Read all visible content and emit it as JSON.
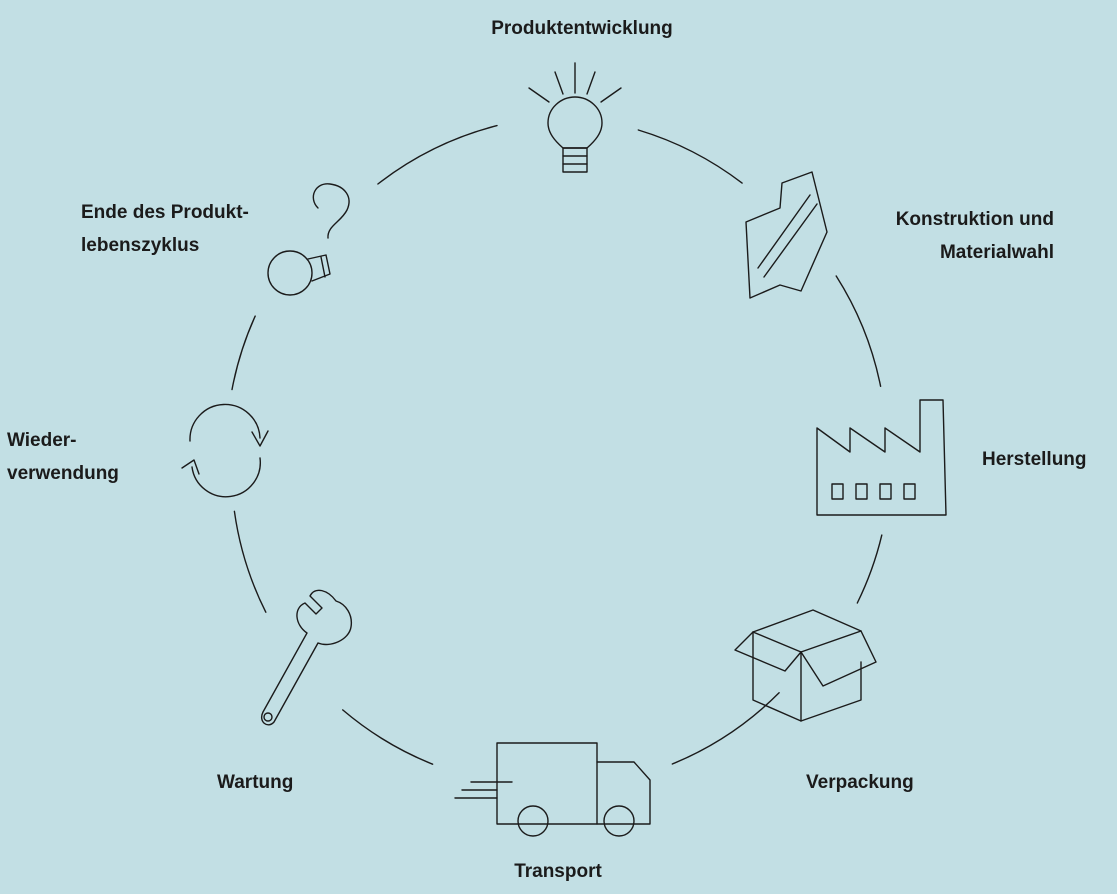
{
  "stages": {
    "produktentwicklung": [
      "Produktentwicklung"
    ],
    "konstruktion": [
      "Konstruktion und",
      "Materialwahl"
    ],
    "herstellung": [
      "Herstellung"
    ],
    "verpackung": [
      "Verpackung"
    ],
    "transport": [
      "Transport"
    ],
    "wartung": [
      "Wartung"
    ],
    "wiederverwendung": [
      "Wieder-",
      "verwendung"
    ],
    "ende": [
      "Ende des Produkt-",
      "lebenszyklus"
    ]
  },
  "icons": {
    "produktentwicklung": "lightbulb-icon",
    "konstruktion": "material-sheet-icon",
    "herstellung": "factory-icon",
    "verpackung": "box-icon",
    "transport": "truck-icon",
    "wartung": "wrench-icon",
    "wiederverwendung": "recycle-arrows-icon",
    "ende": "broken-lightbulb-icon"
  },
  "colors": {
    "background": "#c2dfe4",
    "line": "#1b1b1b"
  }
}
